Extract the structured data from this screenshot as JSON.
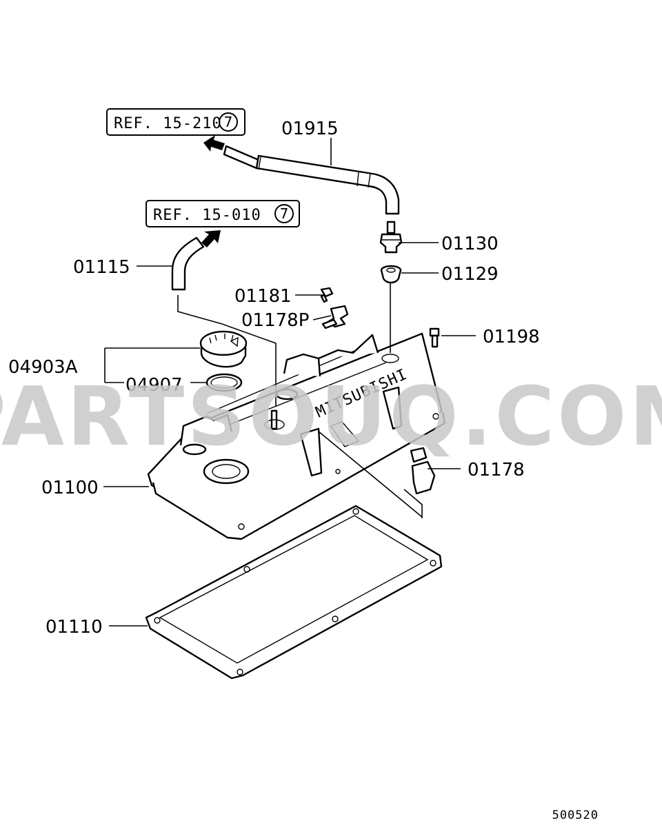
{
  "refs": [
    {
      "text": "REF. 15-210",
      "num": "7"
    },
    {
      "text": "REF. 15-010",
      "num": "7"
    }
  ],
  "labels": {
    "p01915": "01915",
    "p01130": "01130",
    "p01129": "01129",
    "p01115": "01115",
    "p01181": "01181",
    "p01178P": "01178P",
    "p01198": "01198",
    "p04903A": "04903A",
    "p04907": "04907",
    "p01178": "01178",
    "p01100": "01100",
    "p01110": "01110"
  },
  "cover_text": "MITSUBISHI",
  "watermark": "PARTSOUQ.COM",
  "footer_code": "500520"
}
